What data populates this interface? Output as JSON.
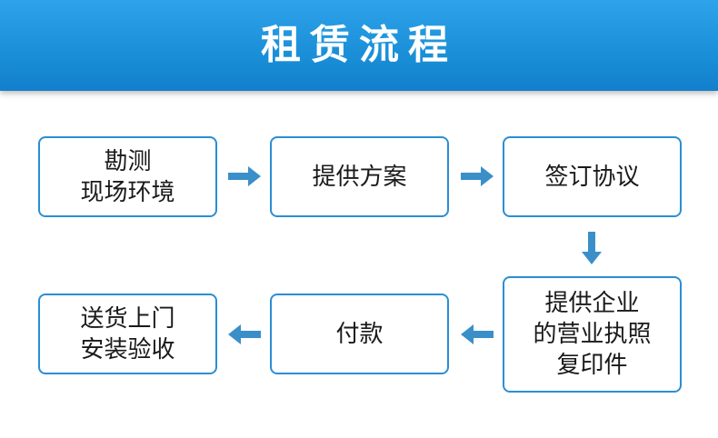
{
  "banner": {
    "title": "租赁流程"
  },
  "steps": [
    {
      "label": "勘测\n现场环境"
    },
    {
      "label": "提供方案"
    },
    {
      "label": "签订协议"
    },
    {
      "label": "提供企业\n的营业执照\n复印件"
    },
    {
      "label": "付款"
    },
    {
      "label": "送货上门\n安装验收"
    }
  ],
  "colors": {
    "banner": "#1a8fd8",
    "border": "#2b8ed4",
    "arrow": "#3a8fc9"
  }
}
